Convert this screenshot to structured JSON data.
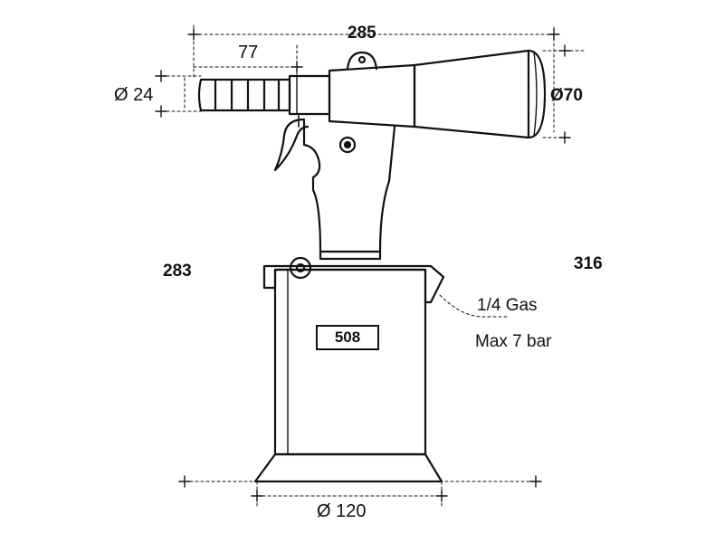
{
  "dimensions": {
    "overall_length": "285",
    "nozzle_length": "77",
    "nozzle_diameter": "Ø 24",
    "head_diameter": "Ø70",
    "height_left": "283",
    "height_right": "316",
    "base_diameter": "Ø 120"
  },
  "model_number": "508",
  "air_inlet": {
    "thread": "1/4 Gas",
    "pressure": "Max 7 bar"
  },
  "colors": {
    "line": "#111111",
    "background": "#ffffff"
  }
}
